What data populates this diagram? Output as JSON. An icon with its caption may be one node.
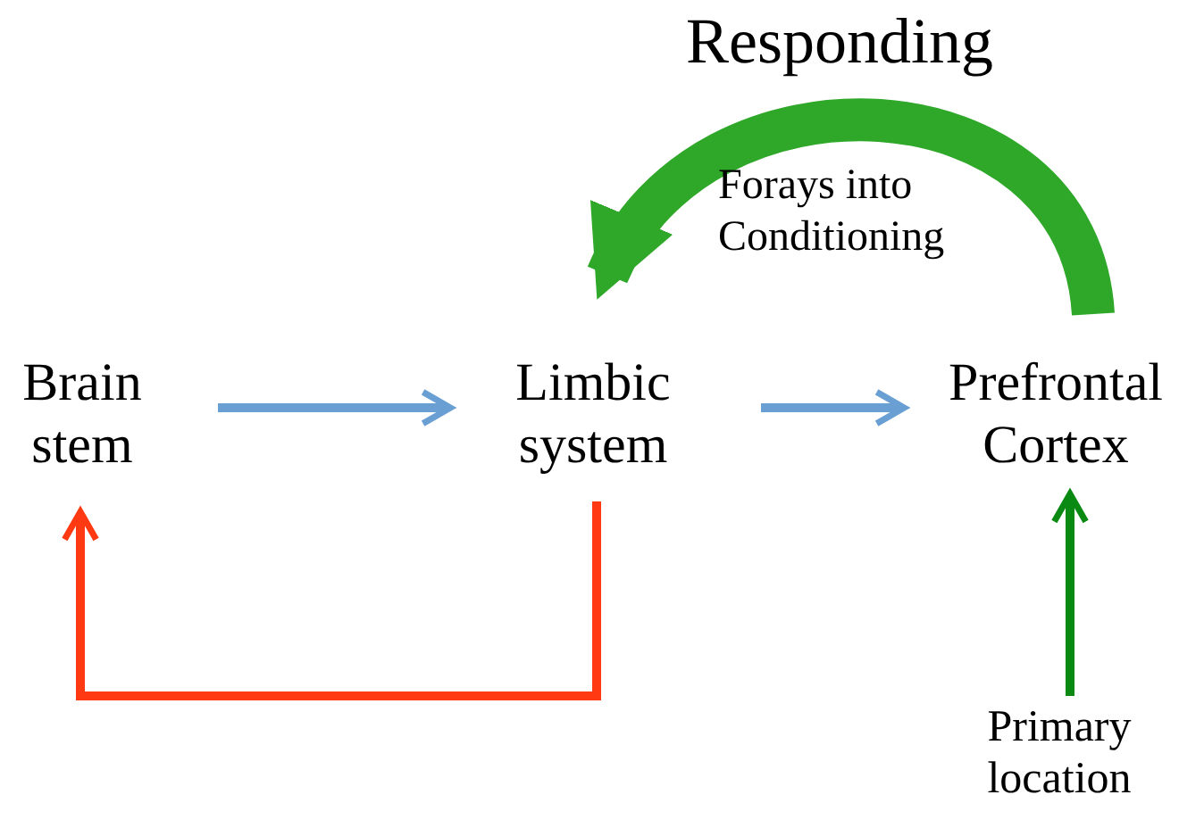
{
  "diagram": {
    "title": "Responding",
    "nodes": [
      {
        "text": [
          "Brain stem"
        ]
      },
      {
        "text": [
          "Limbic system"
        ]
      },
      {
        "text": [
          "Prefrontal Cortex"
        ]
      },
      {
        "text": [
          "Primary location"
        ]
      }
    ],
    "edges": [
      {
        "from": 0,
        "to": 1,
        "arrow": "to",
        "color": "#6a9fd4"
      },
      {
        "from": 1,
        "to": 2,
        "arrow": "to",
        "color": "#6a9fd4"
      },
      {
        "from": 1,
        "to": 0,
        "arrow": "to",
        "color": "#ff3a12"
      },
      {
        "from": 3,
        "to": 2,
        "arrow": "to",
        "color": "#0a8a12"
      },
      {
        "from": 2,
        "to": 1,
        "arrow": "to",
        "label": "Forays into Conditioning",
        "style": "thick",
        "color": "#2fa82a"
      }
    ]
  }
}
